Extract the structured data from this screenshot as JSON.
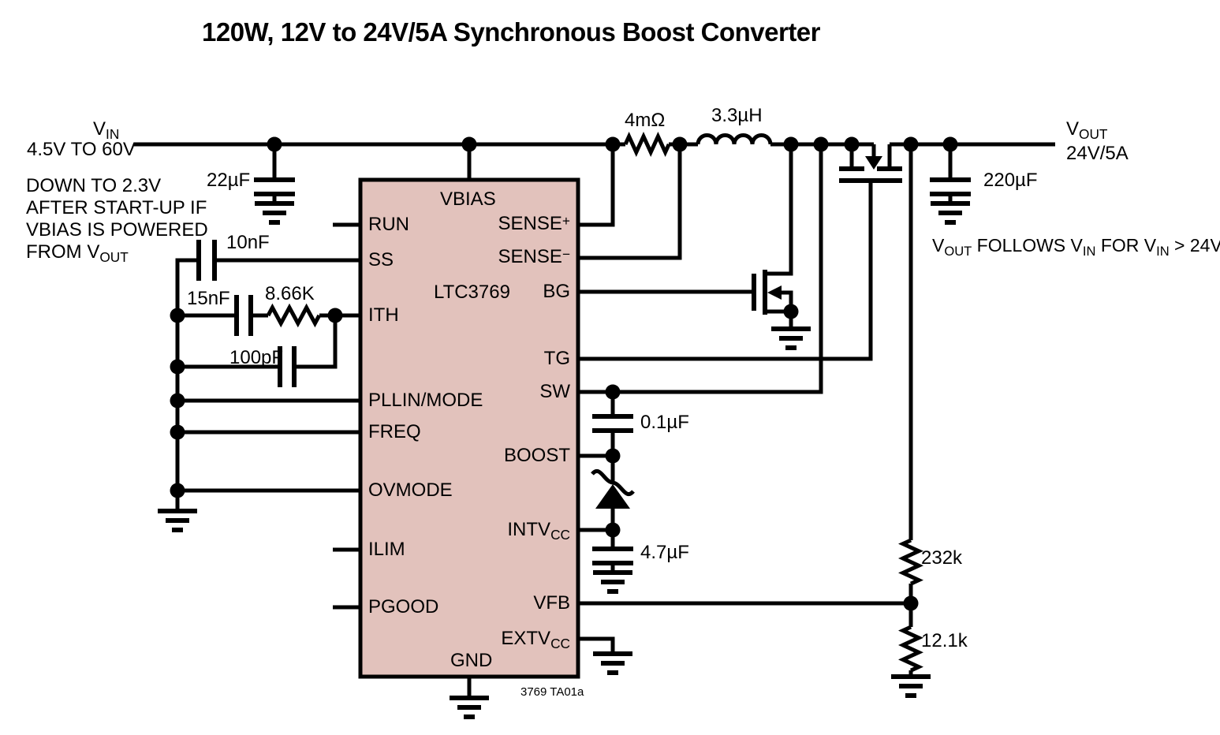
{
  "title": "120W, 12V to 24V/5A Synchronous Boost Converter",
  "colors": {
    "background": "#ffffff",
    "wire": "#000000",
    "ic_fill": "#e2c2bc"
  },
  "input_rail": {
    "name_base": "V",
    "name_sub": "IN",
    "range": "4.5V TO 60V",
    "note_line1": "DOWN TO 2.3V",
    "note_line2": "AFTER START-UP IF",
    "note_line3": "VBIAS IS POWERED",
    "note_line4_base": "FROM V",
    "note_line4_sub": "OUT"
  },
  "output_rail": {
    "name_base": "V",
    "name_sub": "OUT",
    "rating": "24V/5A",
    "follow_note": [
      {
        "t": "V"
      },
      {
        "s": "OUT"
      },
      {
        "t": " FOLLOWS V"
      },
      {
        "s": "IN"
      },
      {
        "t": " FOR V"
      },
      {
        "s": "IN"
      },
      {
        "t": " > 24V"
      }
    ]
  },
  "ic": {
    "part_number": "LTC3769",
    "pin_vbias": "VBIAS",
    "pin_run": "RUN",
    "pin_ss": "SS",
    "pin_ith": "ITH",
    "pin_pllin_mode": "PLLIN/MODE",
    "pin_freq": "FREQ",
    "pin_ovmode": "OVMODE",
    "pin_ilim": "ILIM",
    "pin_pgood": "PGOOD",
    "pin_sense_plus_base": "SENSE",
    "pin_sense_plus_sup": "+",
    "pin_sense_minus_base": "SENSE",
    "pin_sense_minus_sup": "−",
    "pin_bg": "BG",
    "pin_tg": "TG",
    "pin_sw": "SW",
    "pin_boost": "BOOST",
    "pin_intvcc_base": "INTV",
    "pin_intvcc_sub": "CC",
    "pin_vfb": "VFB",
    "pin_extvcc_base": "EXTV",
    "pin_extvcc_sub": "CC",
    "pin_gnd": "GND"
  },
  "components": {
    "input_cap": "22µF",
    "ss_cap": "10nF",
    "ith_cap": "15nF",
    "ith_res": "8.66K",
    "ith_cap2": "100pF",
    "sense_res": "4mΩ",
    "inductor": "3.3µH",
    "output_cap": "220µF",
    "boost_cap": "0.1µF",
    "intvcc_cap": "4.7µF",
    "fb_res_top": "232k",
    "fb_res_bottom": "12.1k"
  },
  "footnote": "3769 TA01a"
}
